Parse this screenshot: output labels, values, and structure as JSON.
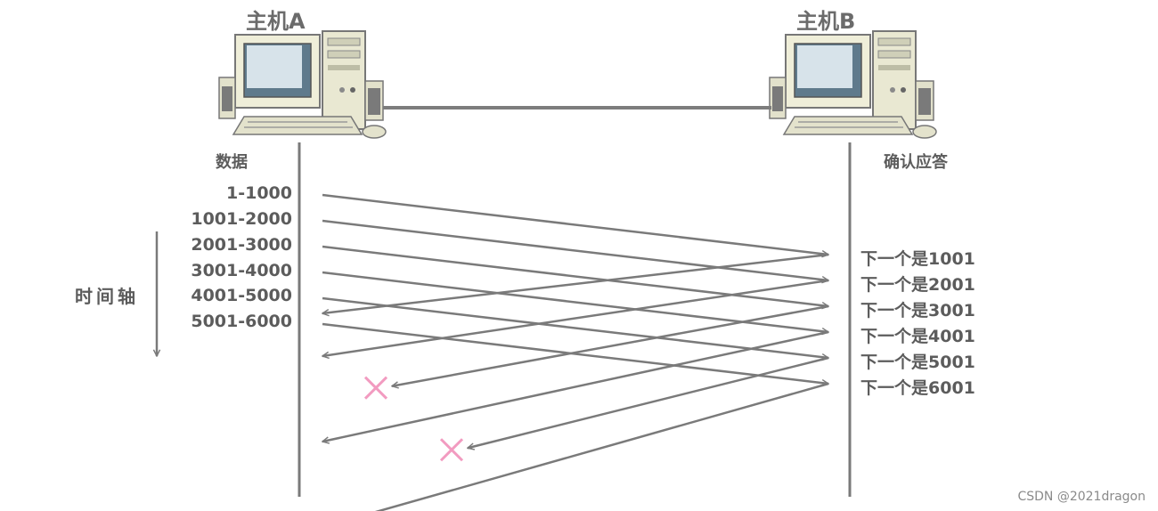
{
  "hosts": {
    "a": {
      "title": "主机A"
    },
    "b": {
      "title": "主机B"
    }
  },
  "columns": {
    "data_title": "数据",
    "ack_title": "确认应答"
  },
  "time_axis": {
    "label": "时间轴"
  },
  "segments": [
    "1-1000",
    "1001-2000",
    "2001-3000",
    "3001-4000",
    "4001-5000",
    "5001-6000"
  ],
  "acks": [
    "下一个是1001",
    "下一个是2001",
    "下一个是3001",
    "下一个是4001",
    "下一个是5001",
    "下一个是6001"
  ],
  "lost_acks": [
    2,
    4
  ],
  "colors": {
    "line": "#7a7a7a",
    "lost": "#f29bc0"
  },
  "watermark": "CSDN @2021dragon"
}
